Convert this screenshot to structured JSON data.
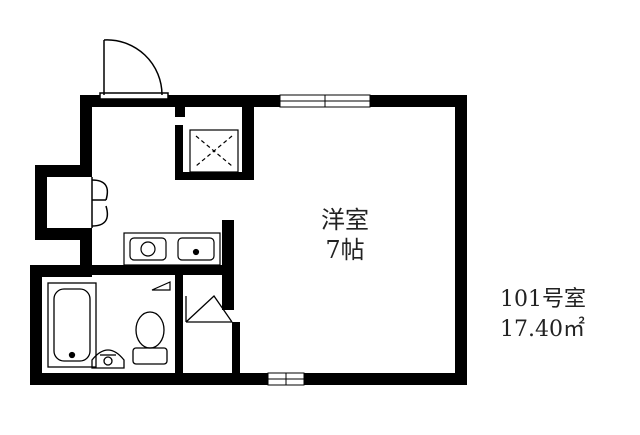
{
  "rooms": {
    "western_room": {
      "name": "洋室",
      "size": "7帖"
    }
  },
  "unit": {
    "number": "101号室",
    "area": "17.40㎡"
  },
  "colors": {
    "wall": "#000000",
    "floor": "#ffffff",
    "line": "#222222"
  }
}
